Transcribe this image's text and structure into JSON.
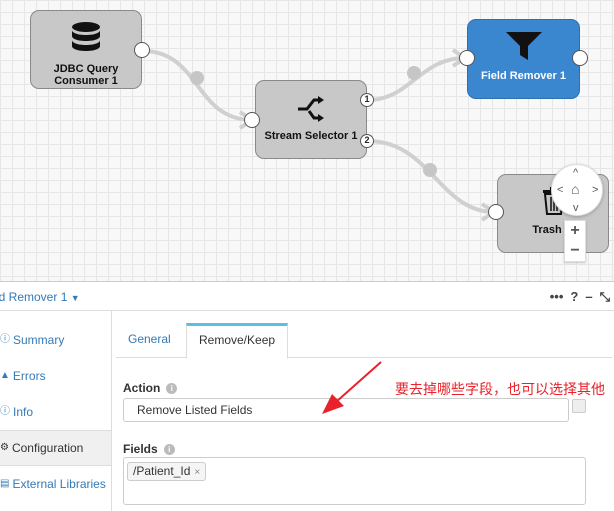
{
  "nodes": {
    "jdbc": {
      "label_line1": "JDBC Query",
      "label_line2": "Consumer 1"
    },
    "stream_selector": {
      "label": "Stream Selector 1",
      "port1": "1",
      "port2": "2"
    },
    "field_remover": {
      "label": "Field Remover 1"
    },
    "trash": {
      "label": "Trash"
    }
  },
  "navigator": {
    "up": "^",
    "down": "v",
    "left": "<",
    "right": ">",
    "home": "⌂"
  },
  "zoom": {
    "in": "+",
    "out": "−"
  },
  "pane": {
    "title": "ld Remover 1",
    "header_icons": [
      "•••",
      "?",
      "–",
      "⤡"
    ]
  },
  "sidebar": {
    "items": [
      {
        "label": "Summary",
        "icon": "info-icon"
      },
      {
        "label": "Errors",
        "icon": "warning-icon"
      },
      {
        "label": "Info",
        "icon": "info-icon"
      },
      {
        "label": "Configuration",
        "icon": "gear-icon"
      },
      {
        "label": "External Libraries",
        "icon": "book-icon"
      }
    ]
  },
  "tabs": [
    {
      "label": "General"
    },
    {
      "label": "Remove/Keep"
    }
  ],
  "form": {
    "action_label": "Action",
    "action_value": "Remove Listed Fields",
    "fields_label": "Fields",
    "fields_chip": "/Patient_Id",
    "chip_remove": "×",
    "info_glyph": "i"
  },
  "annotation": {
    "text": "要去掉哪些字段，也可以选择其他",
    "color": "#e8212b"
  },
  "colors": {
    "selected_node": "#3a87cf",
    "node": "#c8c8c8",
    "link_blue": "#337ab7",
    "tab_accent": "#5bc0de"
  }
}
